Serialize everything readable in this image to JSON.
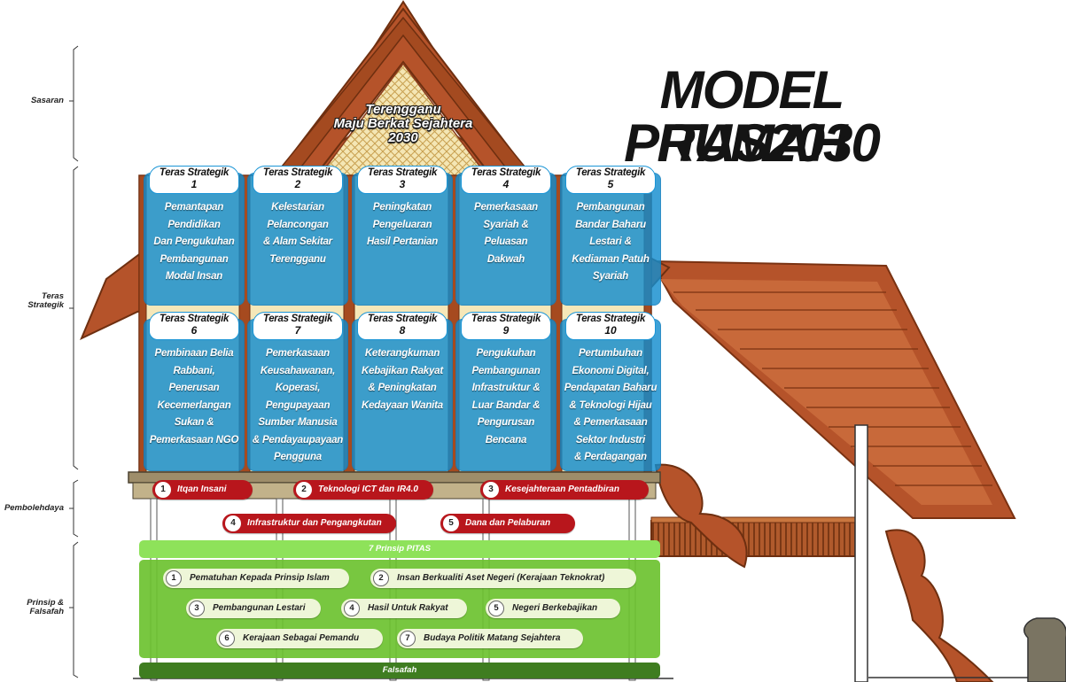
{
  "title": {
    "line1": "MODEL RUMAH",
    "line2": "PITAS2030"
  },
  "goal": {
    "line1": "Terengganu",
    "line2": "Maju Berkat Sejahtera",
    "line3": "2030"
  },
  "side_labels": {
    "sasaran": "Sasaran",
    "teras": "Teras Strategik",
    "pembolehdaya": "Pembolehdaya",
    "prinsip": "Prinsip & Falsafah"
  },
  "card_heading": "Teras Strategik",
  "teras": [
    {
      "num": "1",
      "text": "Pemantapan\nPendidikan\nDan Pengukuhan\nPembangunan\nModal Insan"
    },
    {
      "num": "2",
      "text": "Kelestarian\nPelancongan\n& Alam Sekitar\nTerengganu"
    },
    {
      "num": "3",
      "text": "Peningkatan\nPengeluaran\nHasil Pertanian"
    },
    {
      "num": "4",
      "text": "Pemerkasaan\nSyariah &\nPeluasan\nDakwah"
    },
    {
      "num": "5",
      "text": "Pembangunan\nBandar Baharu\nLestari &\nKediaman Patuh\nSyariah"
    },
    {
      "num": "6",
      "text": "Pembinaan Belia\nRabbani,\nPenerusan\nKecemerlangan\nSukan &\nPemerkasaan NGO"
    },
    {
      "num": "7",
      "text": "Pemerkasaan\nKeusahawanan,\nKoperasi,\nPengupayaan\nSumber Manusia\n& Pendayaupayaan\nPengguna"
    },
    {
      "num": "8",
      "text": "Keterangkuman\nKebajikan Rakyat\n& Peningkatan\nKedayaan Wanita"
    },
    {
      "num": "9",
      "text": "Pengukuhan\nPembangunan\nInfrastruktur &\nLuar Bandar &\nPengurusan\nBencana"
    },
    {
      "num": "10",
      "text": "Pertumbuhan\nEkonomi Digital,\nPendapatan Baharu\n& Teknologi Hijau\n& Pemerkasaan\nSektor Industri\n& Perdagangan"
    }
  ],
  "pembolehdaya": [
    {
      "num": "1",
      "text": "Itqan Insani"
    },
    {
      "num": "2",
      "text": "Teknologi ICT dan IR4.0"
    },
    {
      "num": "3",
      "text": "Kesejahteraan Pentadbiran"
    },
    {
      "num": "4",
      "text": "Infrastruktur dan Pengangkutan"
    },
    {
      "num": "5",
      "text": "Dana dan Pelaburan"
    }
  ],
  "prinsip_header": "7 Prinsip PITAS",
  "prinsip": [
    {
      "num": "1",
      "text": "Pematuhan Kepada Prinsip Islam"
    },
    {
      "num": "2",
      "text": "Insan Berkualiti Aset Negeri (Kerajaan Teknokrat)"
    },
    {
      "num": "3",
      "text": "Pembangunan Lestari"
    },
    {
      "num": "4",
      "text": "Hasil Untuk Rakyat"
    },
    {
      "num": "5",
      "text": "Negeri Berkebajikan"
    },
    {
      "num": "6",
      "text": "Kerajaan Sebagai Pemandu"
    },
    {
      "num": "7",
      "text": "Budaya Politik Matang Sejahtera"
    }
  ],
  "falsafah": "Falsafah",
  "colors": {
    "roof_wood": "#b5532a",
    "roof_edge": "#8a3a1a",
    "roof_inner": "#f2dfa2",
    "card_blue": "#1b95d6",
    "enabler_red": "#b8161c",
    "principle_green": "#6cc230",
    "falsafah_green": "#3f7d20"
  }
}
